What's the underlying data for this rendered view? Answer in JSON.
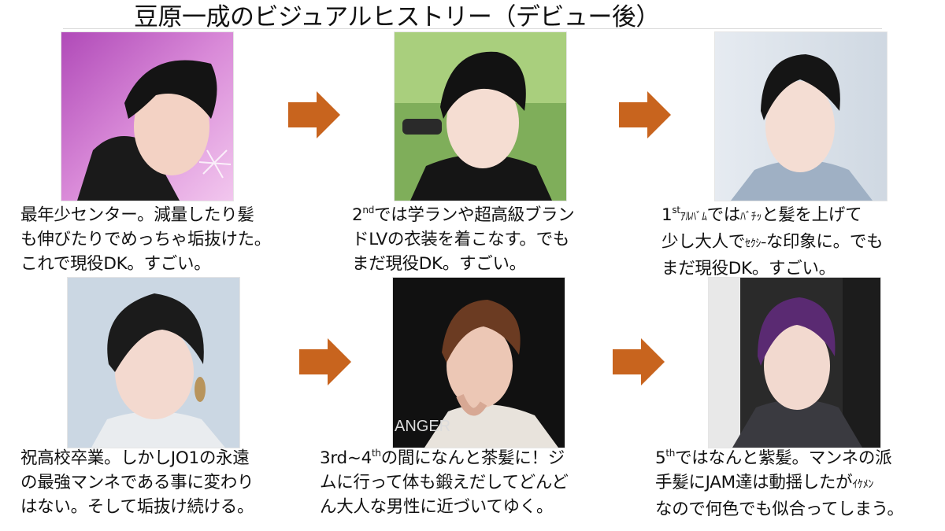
{
  "title": "豆原一成のビジュアルヒストリー（デビュー後）",
  "colors": {
    "arrow": "#c8641e",
    "text": "#111111",
    "background": "#ffffff"
  },
  "arrow_icon": "right-arrow-icon",
  "panels": [
    {
      "caption": {
        "l1": "最年少センター。減量したり髪",
        "l2": "も伸びたりでめっちゃ垢抜けた。",
        "l3": "これで現役DK。すごい。"
      }
    },
    {
      "caption": {
        "l1_pre": "2",
        "l1_sup": "nd",
        "l1_post": "では学ランや超高級ブラン",
        "l2": "ドLVの衣装を着こなす。でも",
        "l3": "まだ現役DK。すごい。"
      }
    },
    {
      "caption": {
        "l1_pre": "1",
        "l1_sup": "st",
        "l1_small": "ｱﾙﾊﾞﾑ",
        "l1_mid": "では",
        "l1_small2": "ﾊﾞﾁｯ",
        "l1_post": "と髪を上げて",
        "l2_pre": "少し大人で",
        "l2_small": "ｾｸｼｰ",
        "l2_post": "な印象に。でも",
        "l3": "まだ現役DK。すごい。"
      }
    },
    {
      "caption": {
        "l1": "祝高校卒業。しかしJO1の永遠",
        "l2": "の最強マンネである事に変わり",
        "l3": "はない。そして垢抜け続ける。"
      }
    },
    {
      "caption": {
        "l1_pre": "3rd~4",
        "l1_sup": "th",
        "l1_post": "の間になんと茶髪に！ジ",
        "l2": "ムに行って体も鍛えだしてどんど",
        "l3": "ん大人な男性に近づいてゆく。"
      },
      "photo_text": "ANGER"
    },
    {
      "caption": {
        "l1_pre": "5",
        "l1_sup": "th",
        "l1_post": "ではなんと紫髪。マンネの派",
        "l2_pre": "手髪にJAM達は動揺したが",
        "l2_small": "ｲｹﾒﾝ",
        "l3": "なので何色でも似合ってしまう。"
      }
    }
  ]
}
